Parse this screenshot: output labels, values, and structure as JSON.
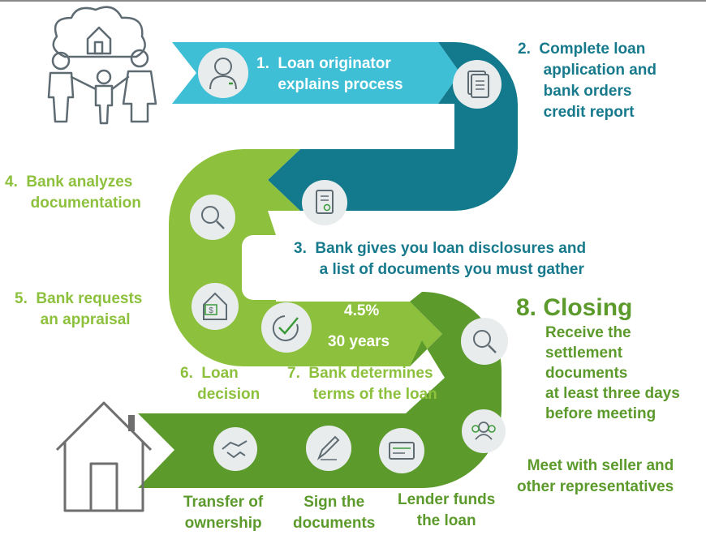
{
  "colors": {
    "step1": "#3fbfd6",
    "step2": "#127a8c",
    "step4_5": "#8dc13d",
    "step8": "#5c9a2c",
    "icon_line": "#5f6b73"
  },
  "icons": [
    "family-icon",
    "person-icon",
    "document-icon",
    "certificate-icon",
    "magnifier-icon",
    "house-dollar-icon",
    "checkmark-icon",
    "people-icon",
    "handshake-icon",
    "pencil-icon",
    "check-card-icon",
    "house-icon"
  ],
  "steps": {
    "s1": "1.  Loan originator\n     explains process",
    "s2": "2.  Complete loan\n      application and\n      bank orders\n      credit report",
    "s3": "3.  Bank gives you loan disclosures and\n      a list of documents you must gather",
    "s4": "4.  Bank analyzes\n      documentation",
    "s5": "5.  Bank requests\n      an appraisal",
    "s6": "6.  Loan\n    decision",
    "s7": "7.  Bank determines\n      terms of the loan",
    "rate": "4.5%",
    "term": "30 years",
    "s8_title": "8. Closing",
    "s8_receive": "Receive the\nsettlement\ndocuments\nat least three days\nbefore meeting",
    "s8_meet": "Meet with seller and\nother representatives",
    "funds": "Lender funds\nthe loan",
    "sign": "Sign the\ndocuments",
    "transfer": "Transfer of\nownership"
  }
}
